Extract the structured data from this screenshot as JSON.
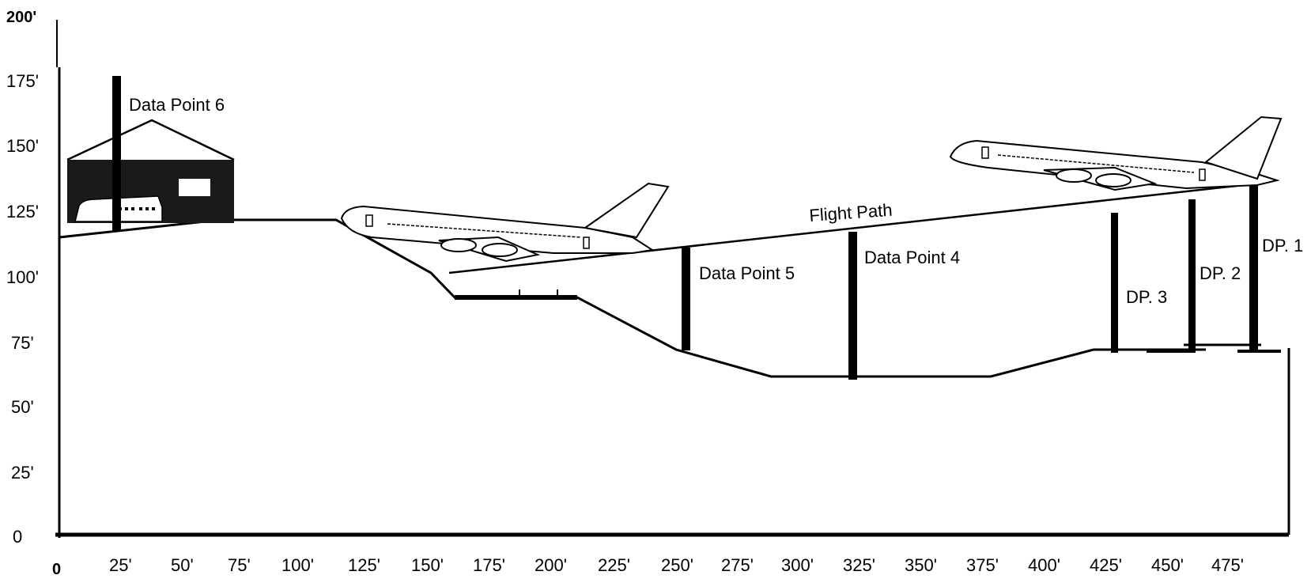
{
  "axes": {
    "y_ticks": [
      "0",
      "25'",
      "50'",
      "75'",
      "100'",
      "125'",
      "150'",
      "175'",
      "200'"
    ],
    "x_ticks": [
      "0",
      "25'",
      "50'",
      "75'",
      "100'",
      "125'",
      "150'",
      "175'",
      "200'",
      "225'",
      "250'",
      "275'",
      "300'",
      "325'",
      "350'",
      "375'",
      "400'",
      "425'",
      "450'",
      "475'"
    ]
  },
  "labels": {
    "flight_path": "Flight Path",
    "data_point_6": "Data Point 6",
    "data_point_5": "Data Point 5",
    "data_point_4": "Data Point 4",
    "dp3": "DP. 3",
    "dp2": "DP. 2",
    "dp1": "DP. 1"
  },
  "data_points": [
    {
      "id": "DP6",
      "x_ft": 22,
      "top_ft": 175,
      "base_ft": 116
    },
    {
      "id": "DP5",
      "x_ft": 242,
      "top_ft": 110,
      "base_ft": 71
    },
    {
      "id": "DP4",
      "x_ft": 306,
      "top_ft": 116,
      "base_ft": 60
    },
    {
      "id": "DP3",
      "x_ft": 409,
      "top_ft": 123,
      "base_ft": 70
    },
    {
      "id": "DP2",
      "x_ft": 439,
      "top_ft": 129,
      "base_ft": 70
    },
    {
      "id": "DP1",
      "x_ft": 463,
      "top_ft": 134,
      "base_ft": 72
    }
  ],
  "terrain_profile_ft": [
    [
      0,
      114
    ],
    [
      65,
      120
    ],
    [
      110,
      120
    ],
    [
      150,
      100
    ],
    [
      158,
      91
    ],
    [
      200,
      91
    ],
    [
      240,
      71
    ],
    [
      275,
      60
    ],
    [
      360,
      60
    ],
    [
      400,
      70
    ],
    [
      440,
      70
    ]
  ],
  "flight_path_ft": [
    [
      150,
      100
    ],
    [
      475,
      135
    ]
  ],
  "colors": {
    "ink": "#000000",
    "background": "#ffffff"
  }
}
